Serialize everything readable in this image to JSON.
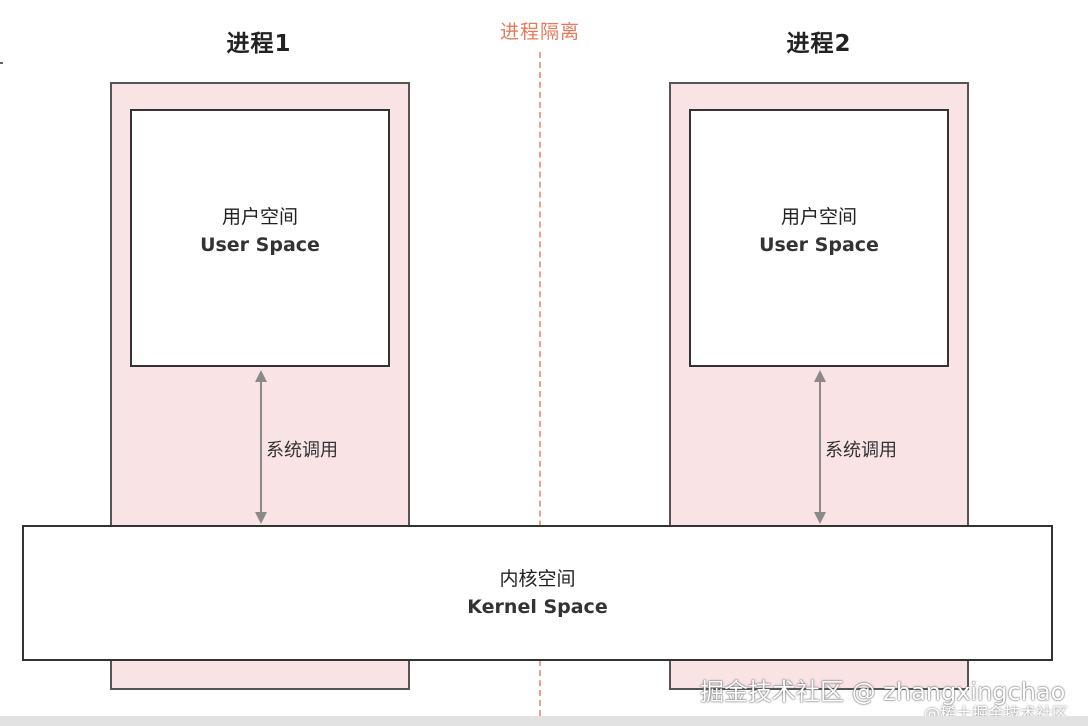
{
  "diagram": {
    "process_1": {
      "title": "进程1",
      "user_space_cn": "用户空间",
      "user_space_en": "User Space",
      "syscall": "系统调用"
    },
    "process_2": {
      "title": "进程2",
      "user_space_cn": "用户空间",
      "user_space_en": "User Space",
      "syscall": "系统调用"
    },
    "isolation_label": "进程隔离",
    "kernel": {
      "cn": "内核空间",
      "en": "Kernel Space"
    }
  },
  "watermark": {
    "main": "掘金技术社区 @ zhangxingchao",
    "sub": "@稀土掘金技术社区"
  },
  "colors": {
    "process_fill": "#f9e3e5",
    "isolation_accent": "#e8785a",
    "arrow": "#8a8a8a"
  }
}
